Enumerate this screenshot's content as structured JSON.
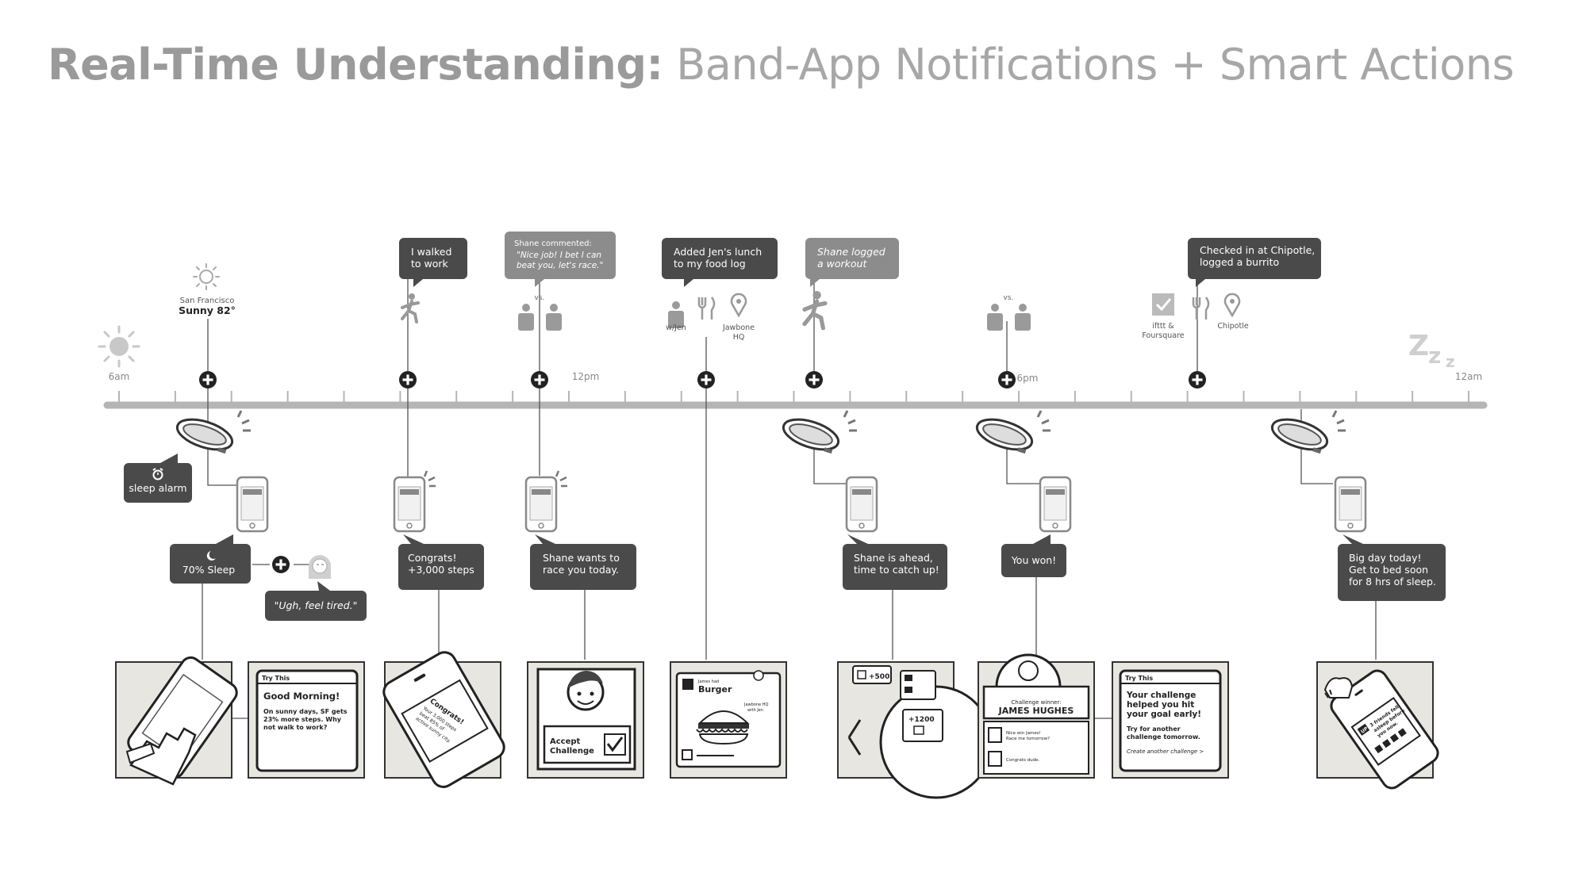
{
  "title": {
    "bold": "Real-Time Understanding:",
    "rest": "Band-App Notifications + Smart Actions"
  },
  "timeline": {
    "labels": {
      "t6am": "6am",
      "t12pm": "12pm",
      "t6pm": "6pm",
      "t12am": "12am"
    },
    "weather": {
      "city": "San Francisco",
      "condition": "Sunny 82°"
    },
    "zzz": "Zzz"
  },
  "top_events": {
    "walked": "I walked\nto work",
    "shane_commented_title": "Shane commented:",
    "shane_commented_body": "\"Nice job! I bet I can\nbeat you, let's race.\"",
    "vs1": "vs.",
    "lunch": "Added Jen's lunch\nto my food log",
    "w_jen": "w/Jen",
    "jawbone_hq": "Jawbone\nHQ",
    "shane_logged": "Shane logged\na workout",
    "vs2": "vs.",
    "chipotle_bubble": "Checked in at Chipotle,\nlogged a burrito",
    "ifttt": "ifttt &\nFoursquare",
    "chipotle": "Chipotle"
  },
  "bottom_events": {
    "sleep_alarm": "sleep alarm",
    "sleep_pct": "70% Sleep",
    "tired_quote": "\"Ugh, feel tired.\"",
    "congrats": "Congrats!\n+3,000 steps",
    "shane_race": "Shane wants to\nrace you today.",
    "shane_ahead": "Shane is ahead,\ntime to catch up!",
    "you_won": "You won!",
    "big_day": "Big day today!\nGet to bed soon\nfor 8 hrs of sleep."
  },
  "cards": {
    "c2_header": "Try This",
    "c2_title": "Good Morning!",
    "c2_body": "On sunny days, SF gets\n23% more steps. Why\nnot walk to work?",
    "c3_text": "Congrats!",
    "c3_sub": "Your 3,000 steps\nbeat 85% of\nactive sunny city.",
    "c4_accept": "Accept\nChallenge",
    "c5_had": "James had",
    "c5_food": "Burger",
    "c5_place": "Jawbone HQ\nwith Jen",
    "c6_plus500": "+500",
    "c6_plus1200": "+1200",
    "c7_winner_label": "Challenge winner:",
    "c7_winner": "JAMES HUGHES",
    "c7_comment1": "Nice win James!\nRace me tomorrow?",
    "c7_comment2": "Congrats dude.",
    "c8_header": "Try This",
    "c8_title": "Your challenge\nhelped you hit\nyour goal early!",
    "c8_body": "Try for another\nchallenge tomorrow.",
    "c8_link": "Create another challenge >",
    "c9_text": "3 friends fell\nasleep before\nyou now.",
    "c9_header": "UP"
  },
  "colors": {
    "bubble_dark": "#4a4a4a",
    "bubble_gray": "#8c8c8c",
    "timeline": "#b5b5b5",
    "card_bg": "#e8e6e1"
  }
}
